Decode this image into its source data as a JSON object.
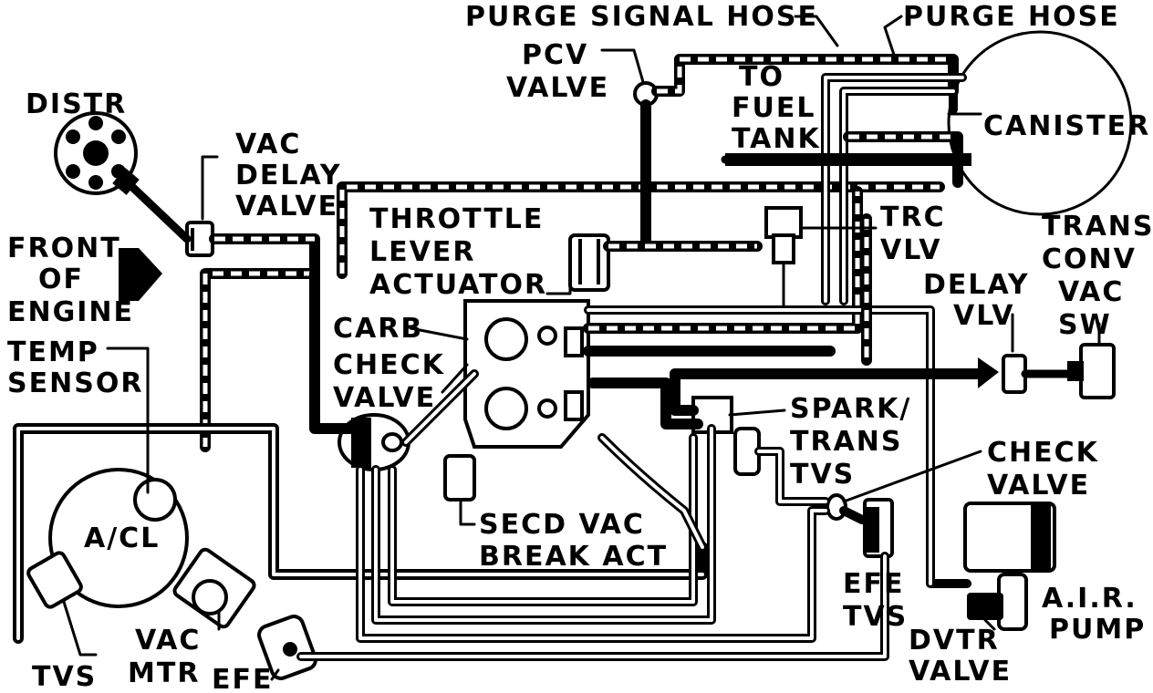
{
  "labels": {
    "distr": "DISTR",
    "vac_delay_valve": [
      "VAC",
      "DELAY",
      "VALVE"
    ],
    "front_of_engine": [
      "FRONT",
      "OF",
      "ENGINE"
    ],
    "temp_sensor": [
      "TEMP",
      "SENSOR"
    ],
    "a_cl": "A/CL",
    "tvs": "TVS",
    "vac_mtr": [
      "VAC",
      "MTR"
    ],
    "efe": "EFE",
    "purge_signal_hose": "PURGE SIGNAL HOSE",
    "purge_hose": "PURGE HOSE",
    "pcv_valve": [
      "PCV",
      "VALVE"
    ],
    "to_fuel_tank": [
      "TO",
      "FUEL",
      "TANK"
    ],
    "canister": "CANISTER",
    "throttle_lever_actuator": [
      "THROTTLE",
      "LEVER",
      "ACTUATOR"
    ],
    "carb": "CARB",
    "check_valve_left": [
      "CHECK",
      "VALVE"
    ],
    "trc_vlv": [
      "TRC",
      "VLV"
    ],
    "delay_vlv": [
      "DELAY",
      "VLV"
    ],
    "trans_conv_vac_sw": [
      "TRANS",
      "CONV",
      "VAC",
      "SW"
    ],
    "spark_trans_tvs": [
      "SPARK/",
      "TRANS",
      "TVS"
    ],
    "check_valve_right": [
      "CHECK",
      "VALVE"
    ],
    "secd_vac_break_act": [
      "SECD VAC",
      "BREAK ACT"
    ],
    "efe_tvs": [
      "EFE",
      "TVS"
    ],
    "air_pump": [
      "A.I.R.",
      "PUMP"
    ],
    "dvtr_valve": [
      "DVTR",
      "VALVE"
    ]
  }
}
